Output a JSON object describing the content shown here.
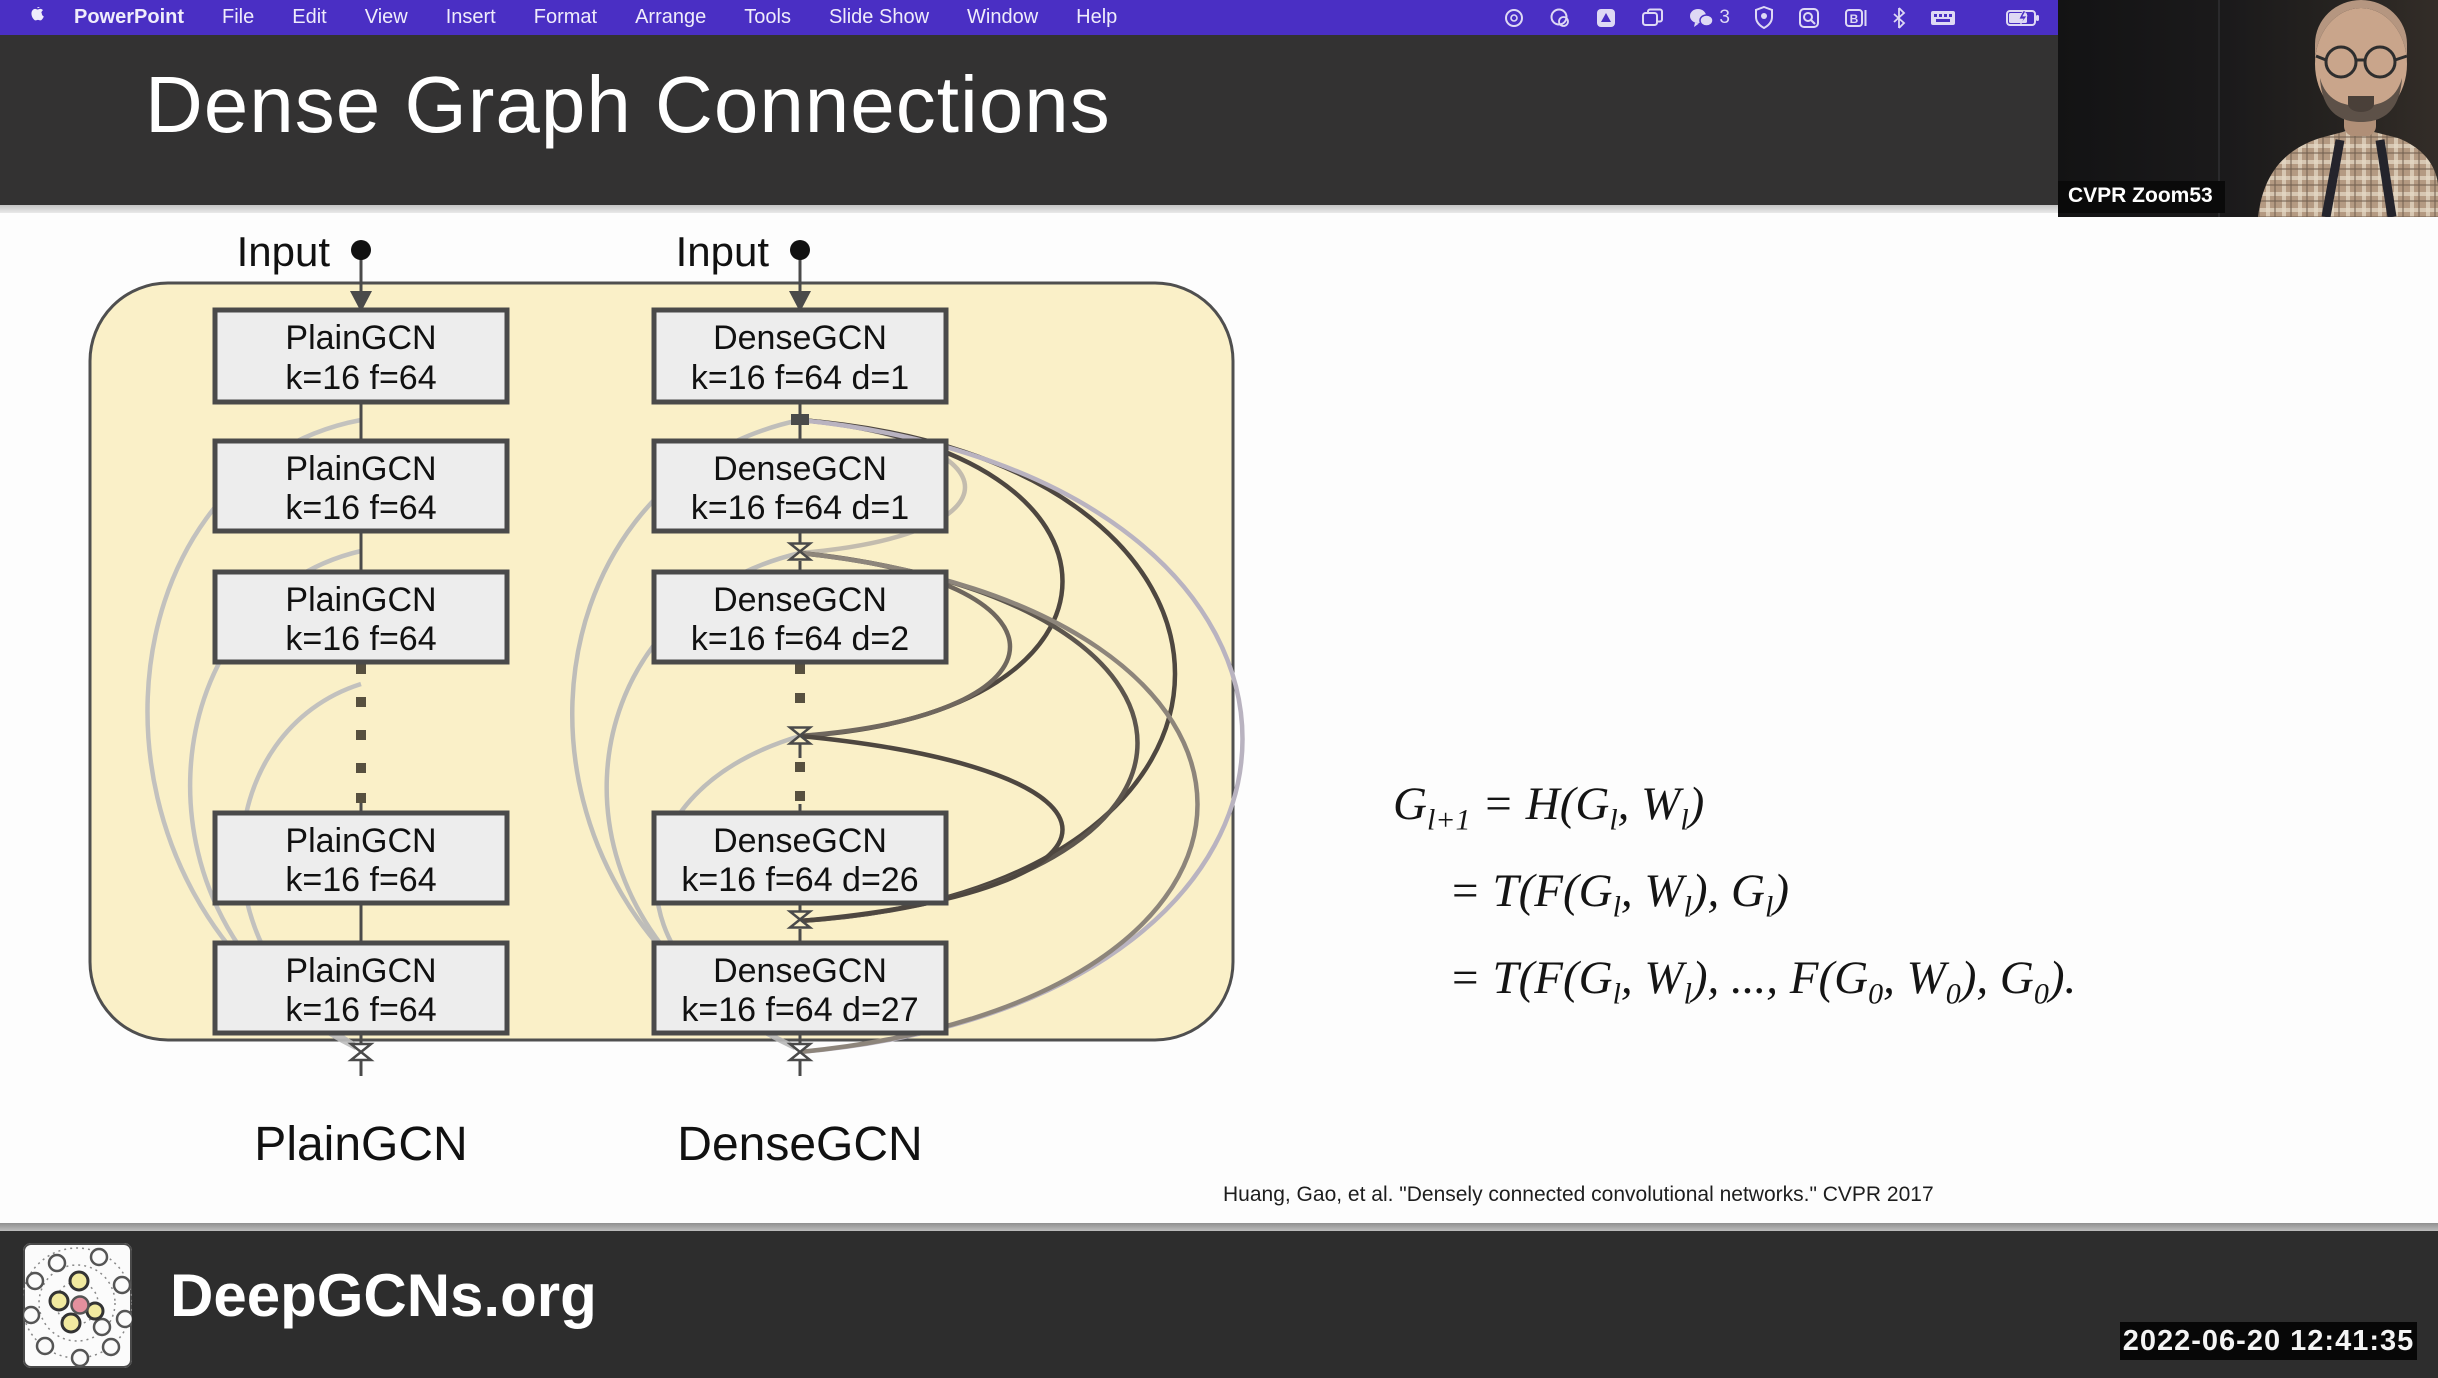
{
  "menu_bar": {
    "items": [
      "PowerPoint",
      "File",
      "Edit",
      "View",
      "Insert",
      "Format",
      "Arrange",
      "Tools",
      "Slide Show",
      "Window",
      "Help"
    ],
    "chat_badge": "3"
  },
  "video_overlay": {
    "label": "CVPR Zoom53"
  },
  "slide": {
    "title": "Dense Graph Connections",
    "diagram": {
      "input_label": "Input",
      "columns": [
        {
          "label": "PlainGCN",
          "boxes": [
            [
              "PlainGCN",
              "k=16 f=64"
            ],
            [
              "PlainGCN",
              "k=16 f=64"
            ],
            [
              "PlainGCN",
              "k=16 f=64"
            ],
            [
              "PlainGCN",
              "k=16 f=64"
            ],
            [
              "PlainGCN",
              "k=16 f=64"
            ]
          ]
        },
        {
          "label": "DenseGCN",
          "boxes": [
            [
              "DenseGCN",
              "k=16 f=64 d=1"
            ],
            [
              "DenseGCN",
              "k=16 f=64 d=1"
            ],
            [
              "DenseGCN",
              "k=16 f=64 d=2"
            ],
            [
              "DenseGCN",
              "k=16 f=64 d=26"
            ],
            [
              "DenseGCN",
              "k=16 f=64 d=27"
            ]
          ]
        }
      ]
    },
    "formula": {
      "lines": [
        "G_{l+1} = H(G_l, W_l)",
        "= T(F(G_l, W_l), G_l)",
        "= T(F(G_l, W_l), ..., F(G_0, W_0), G_0)."
      ]
    },
    "citation": "Huang, Gao, et al. \"Densely connected convolutional networks.\" CVPR 2017"
  },
  "footer": {
    "site": "DeepGCNs.org",
    "timestamp": "2022-06-20 12:41:35"
  }
}
